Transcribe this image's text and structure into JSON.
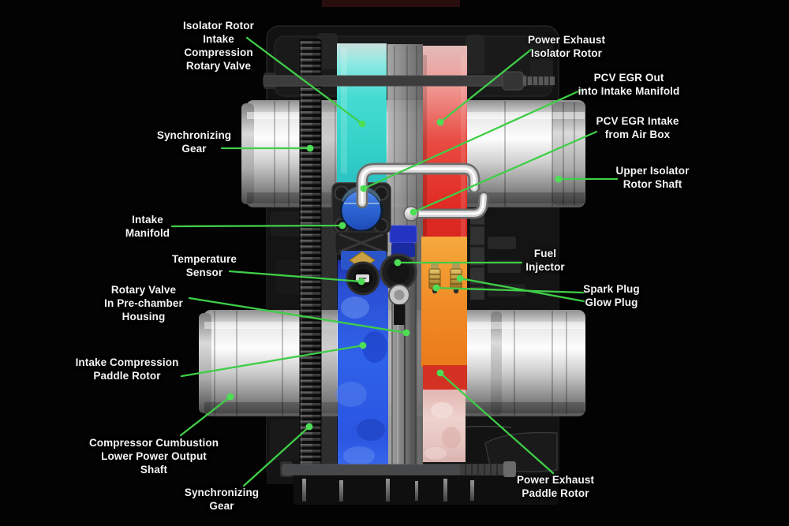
{
  "diagram": {
    "title": "Rotary valve engine cutaway with labeled components",
    "accent_color": "#3fce47",
    "background_color": "#000000",
    "flow_colors": {
      "intake_charge_cyan": "#3ed8cd",
      "exhaust_hot_red": "#e02a22",
      "combustion_orange": "#f08a26",
      "compressed_intake_blue": "#2f62ea",
      "cooled_exhaust_pink": "#e6c4c0"
    },
    "labels": [
      {
        "id": "isolator-rotor-intake-compression-rotary-valve",
        "text": "Isolator Rotor\nIntake\nCompression\nRotary Valve"
      },
      {
        "id": "synchronizing-gear-top",
        "text": "Synchronizing\nGear"
      },
      {
        "id": "power-exhaust-isolator-rotor",
        "text": "Power Exhaust\nIsolator Rotor"
      },
      {
        "id": "pcv-egr-out",
        "text": "PCV EGR Out\ninto Intake Manifold"
      },
      {
        "id": "pcv-egr-intake",
        "text": "PCV EGR Intake\nfrom Air Box"
      },
      {
        "id": "upper-isolator-rotor-shaft",
        "text": "Upper Isolator\nRotor Shaft"
      },
      {
        "id": "intake-manifold",
        "text": "Intake\nManifold"
      },
      {
        "id": "temperature-sensor",
        "text": "Temperature\nSensor"
      },
      {
        "id": "rotary-valve-in-pre-chamber-housing",
        "text": "Rotary Valve\nIn Pre-chamber\nHousing"
      },
      {
        "id": "intake-compression-paddle-rotor",
        "text": "Intake Compression\nPaddle Rotor"
      },
      {
        "id": "fuel-injector",
        "text": "Fuel\nInjector"
      },
      {
        "id": "spark-plug-glow-plug",
        "text": "Spark Plug\nGlow Plug"
      },
      {
        "id": "compressor-cumbustion-lower-power-output-shaft",
        "text": "Compressor Cumbustion\nLower Power Output\nShaft"
      },
      {
        "id": "synchronizing-gear-bottom",
        "text": "Synchronizing\nGear"
      },
      {
        "id": "power-exhaust-paddle-rotor",
        "text": "Power Exhaust\nPaddle Rotor"
      }
    ]
  }
}
